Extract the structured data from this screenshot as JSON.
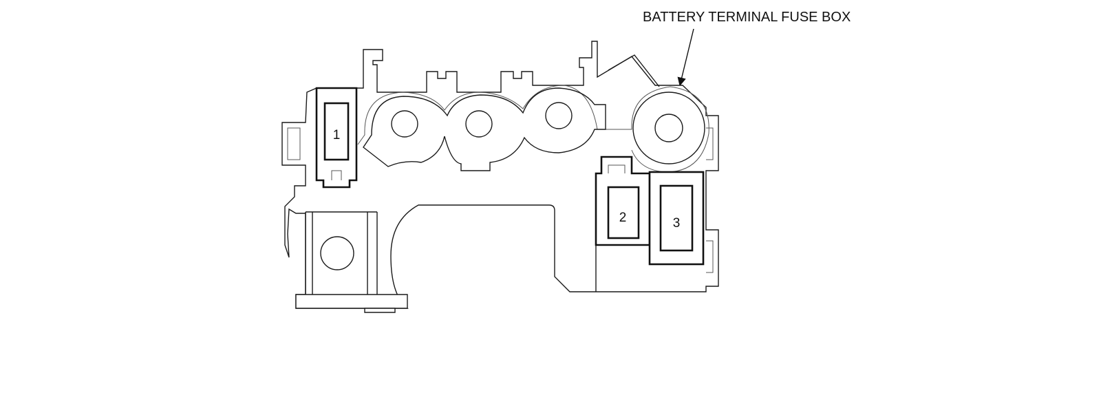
{
  "callout": {
    "label": "BATTERY TERMINAL FUSE BOX"
  },
  "fuses": [
    {
      "id": "fuse-1",
      "number": "1"
    },
    {
      "id": "fuse-2",
      "number": "2"
    },
    {
      "id": "fuse-3",
      "number": "3"
    }
  ]
}
